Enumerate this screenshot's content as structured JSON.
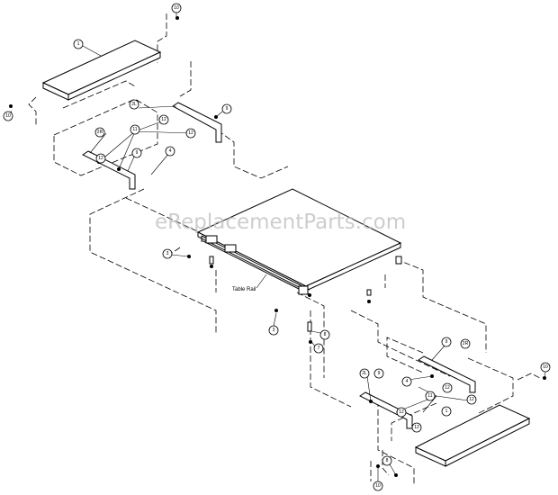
{
  "watermark": "eReplacementParts.com",
  "rail_label": "Table Rail",
  "callouts": [
    "1",
    "10",
    "10",
    "2L",
    "9",
    "2R",
    "11",
    "12",
    "12",
    "12",
    "9",
    "4",
    "3",
    "8",
    "7",
    "2R",
    "9",
    "4",
    "12",
    "12",
    "2L",
    "9",
    "11",
    "12",
    "12",
    "10",
    "1",
    "10",
    "8",
    "3"
  ],
  "icons": {
    "hardware": "screw-icon"
  },
  "colors": {
    "ink": "#000000",
    "watermark": "#bdbdbd"
  }
}
